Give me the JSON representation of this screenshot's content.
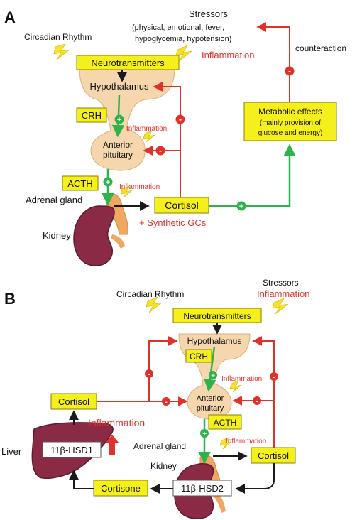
{
  "colors": {
    "stimulate": "#2db34a",
    "inhibit": "#e0322b",
    "neutral": "#1a1a1a",
    "box_fill": "#f5ef1b",
    "box_stroke": "#8a8000",
    "tissue": "#f6d7ad",
    "tissue_stroke": "#d9b07a",
    "organ": "#8a2a45",
    "organ_dark": "#5d1a2e",
    "adrenal": "#f0a860",
    "bolt": "#f7e227"
  },
  "panel_a": {
    "label": "A",
    "stressors_title": "Stressors",
    "stressors_line1": "(physical, emotional, fever,",
    "stressors_line2": "hypoglycemia, hypotension)",
    "inflammation_main": "Inflammation",
    "circadian": "Circadian Rhythm",
    "neurotransmitters": "Neurotransmitters",
    "hypothalamus": "Hypothalamus",
    "crh": "CRH",
    "anterior_line1": "Anterior",
    "anterior_line2": "pituitary",
    "acth": "ACTH",
    "inflammation_pituitary": "Inflammation",
    "inflammation_adrenal": "Inflammation",
    "adrenal_gland": "Adrenal gland",
    "kidney": "Kidney",
    "cortisol": "Cortisol",
    "synthetic": "+ Synthetic GCs",
    "metabolic_line1": "Metabolic effects",
    "metabolic_line2": "(mainly provision of",
    "metabolic_line3": "glucose and energy)",
    "counteraction": "counteraction"
  },
  "panel_b": {
    "label": "B",
    "circadian": "Circadian Rhythm",
    "stressors": "Stressors",
    "inflammation_top": "Inflammation",
    "neurotransmitters": "Neurotransmitters",
    "hypothalamus": "Hypothalamus",
    "crh": "CRH",
    "inflammation_hypo": "Inflammation",
    "anterior_line1": "Anterior",
    "anterior_line2": "pituitary",
    "acth": "ACTH",
    "inflammation_adrenal": "Inflammation",
    "adrenal_gland": "Adrenal gland",
    "kidney": "Kidney",
    "cortisol_left": "Cortisol",
    "cortisol_right": "Cortisol",
    "liver": "Liver",
    "hsd1": "11β-HSD1",
    "hsd2": "11β-HSD2",
    "cortisone": "Cortisone",
    "inflammation_liver": "Inflammation"
  },
  "signs": {
    "plus": "+",
    "minus": "-"
  }
}
